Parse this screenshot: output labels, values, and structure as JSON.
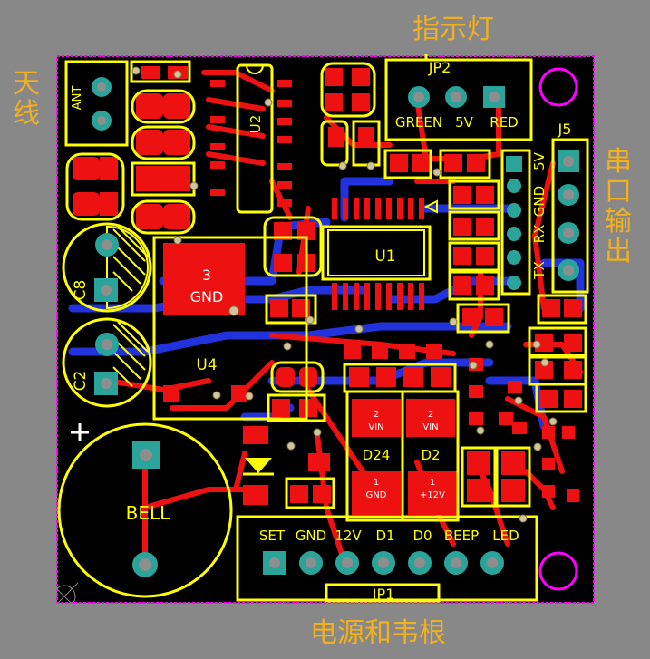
{
  "annotations": {
    "antenna": "天线",
    "indicator": "指示灯",
    "serial": "串口输出",
    "power": "电源和韦根"
  },
  "board": {
    "refs": {
      "jp2": "JP2",
      "j5": "J5",
      "jp1": "JP1",
      "u1": "U1",
      "u2": "U2",
      "u4": "U4",
      "c8": "C8",
      "c2": "C2",
      "d24": "D24",
      "d2": "D2",
      "ant": "ANT",
      "bell": "BELL",
      "plus": "+"
    },
    "jp2_pins": [
      "GREEN",
      "5V",
      "RED"
    ],
    "j5_pins": [
      "5V",
      "GND",
      "RX",
      "TX"
    ],
    "jp1_pins": [
      "SET",
      "GND",
      "12V",
      "D1",
      "D0",
      "BEEP",
      "LED"
    ],
    "pads": {
      "gnd3_num": "3",
      "gnd3_name": "GND",
      "d24_pin2": "2",
      "d24_vin": "VIN",
      "d24_pin1": "1",
      "d24_gnd": "GND",
      "d2_pin2": "2",
      "d2_vin": "VIN",
      "d2_pin1": "1",
      "d2_12v": "+12V"
    }
  },
  "colors": {
    "background": "#888888",
    "board": "#000000",
    "outline": "#ff00ff",
    "top_copper": "#ee1111",
    "bottom_copper": "#2233dd",
    "silkscreen": "#ffff00",
    "through_hole": "#2aa39b",
    "annotation": "#f2b01e"
  }
}
